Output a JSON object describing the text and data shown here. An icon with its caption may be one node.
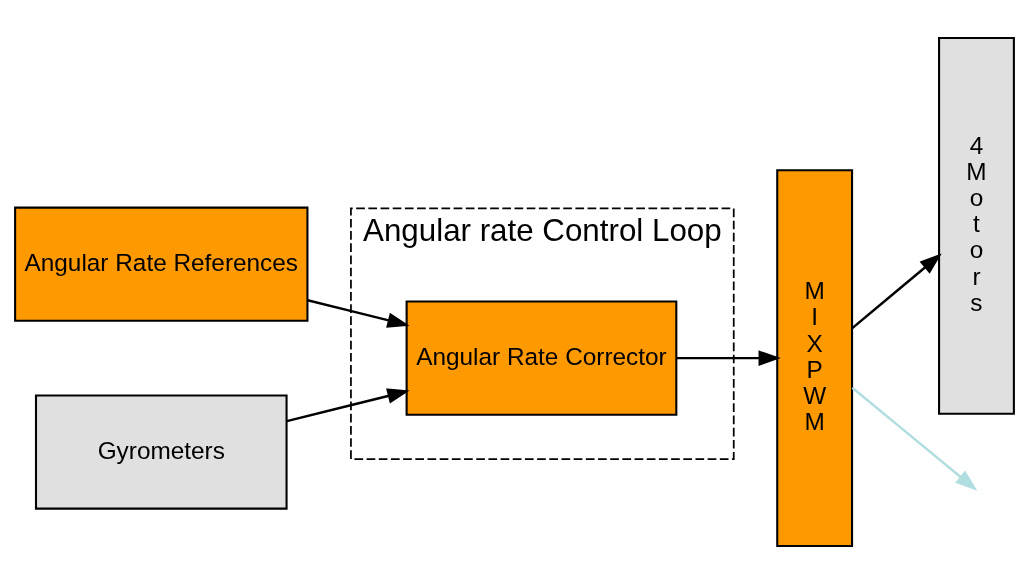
{
  "diagram": {
    "nodes": [
      {
        "text": [
          "Angular rate Control Loop"
        ]
      },
      {
        "text": [
          "Angular Rate References"
        ]
      },
      {
        "text": [
          "Angular Rate Corrector"
        ],
        "in": 0
      },
      {
        "text": [
          "Gyrometers"
        ]
      },
      {
        "text": [
          "M I X P W M"
        ]
      },
      {
        "text": [
          "4 M o t o r s"
        ]
      }
    ],
    "edges": [
      {
        "from": 1,
        "to": 2,
        "arrow": "to"
      },
      {
        "from": 3,
        "to": 2,
        "arrow": "to"
      },
      {
        "from": 2,
        "to": 4,
        "arrow": "to"
      },
      {
        "from": 4,
        "to": 5,
        "arrow": "to"
      },
      {
        "from": 4,
        "to": null,
        "arrow": "to",
        "color": "#b0dde0"
      }
    ]
  }
}
